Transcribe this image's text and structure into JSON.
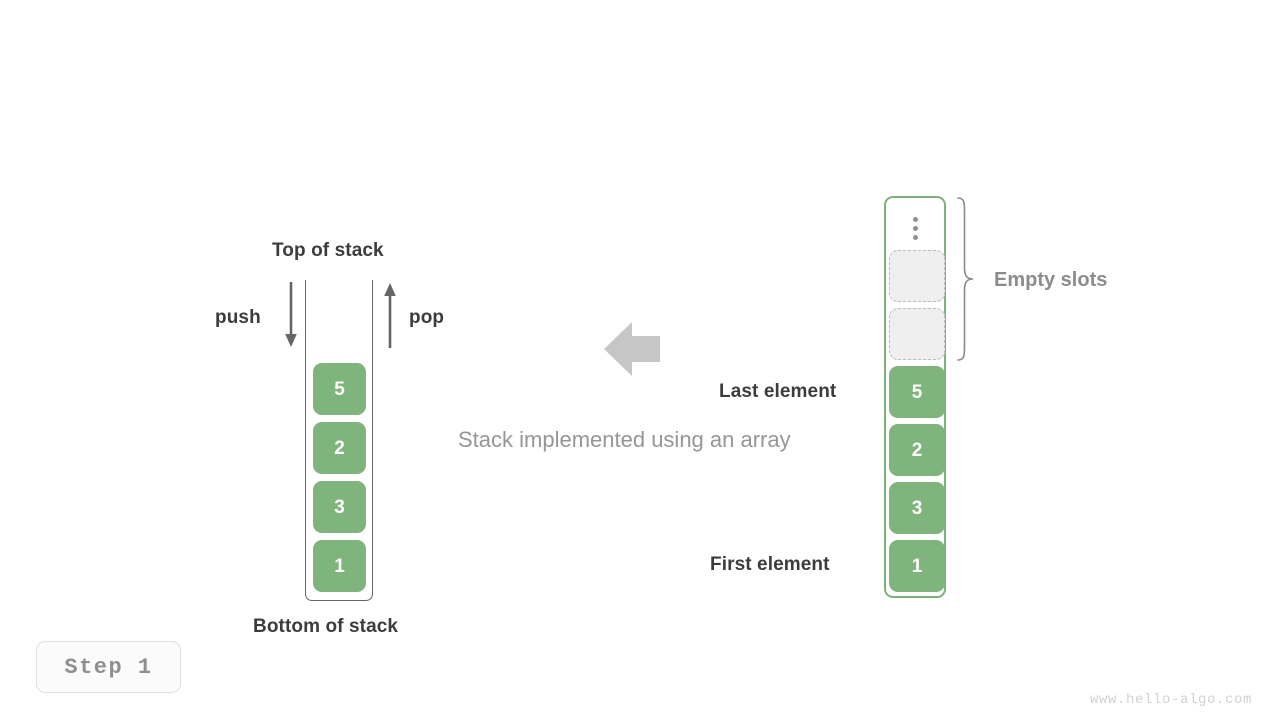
{
  "diagram": {
    "caption": "Stack implemented using an array",
    "watermark": "www.hello-algo.com",
    "step_badge": "Step 1",
    "colors": {
      "cell_green": "#80b47d",
      "array_border_green": "#7db37a",
      "container_gray": "#666666",
      "empty_slot_fill": "#efefef",
      "empty_slot_border": "#bdbdbd",
      "text_dark": "#3c3c3c",
      "text_gray": "#969696",
      "big_arrow": "#c6c6c6"
    }
  },
  "left_stack": {
    "top_label": "Top of stack",
    "bottom_label": "Bottom of stack",
    "push_label": "push",
    "pop_label": "pop",
    "push_icon": "arrow-down-icon",
    "pop_icon": "arrow-up-icon",
    "cells": [
      {
        "value": "5"
      },
      {
        "value": "2"
      },
      {
        "value": "3"
      },
      {
        "value": "1"
      }
    ]
  },
  "center": {
    "arrow_icon": "arrow-left-icon",
    "caption": "Stack implemented using an array"
  },
  "right_array": {
    "ellipsis_icon": "vertical-ellipsis-icon",
    "empty_slots_label": "Empty slots",
    "brace_icon": "curly-brace-icon",
    "last_element_label": "Last element",
    "first_element_label": "First element",
    "slots": [
      {
        "type": "empty",
        "value": ""
      },
      {
        "type": "empty",
        "value": ""
      },
      {
        "type": "filled",
        "value": "5"
      },
      {
        "type": "filled",
        "value": "2"
      },
      {
        "type": "filled",
        "value": "3"
      },
      {
        "type": "filled",
        "value": "1"
      }
    ]
  }
}
